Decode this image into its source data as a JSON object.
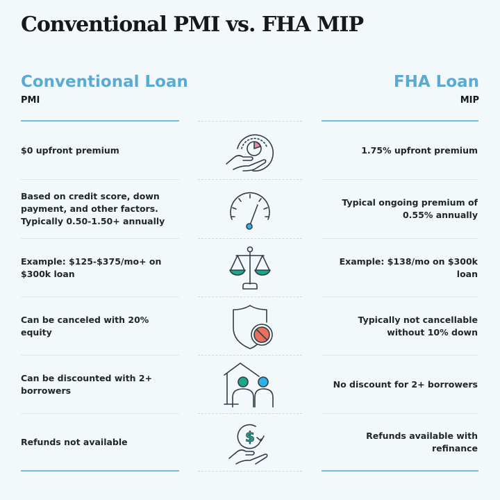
{
  "title": "Conventional PMI vs. FHA MIP",
  "columns": {
    "left": {
      "loan": "Conventional Loan",
      "insurance": "PMI"
    },
    "right": {
      "loan": "FHA Loan",
      "insurance": "MIP"
    }
  },
  "rows": [
    {
      "icon": "hand-holding-pie-chart-icon",
      "left": "$0 upfront premium",
      "right": "1.75% upfront premium"
    },
    {
      "icon": "speedometer-gauge-icon",
      "left": "Based on credit score, down payment, and other factors. Typically 0.50-1.50+ annually",
      "right": "Typical ongoing premium of 0.55% annually"
    },
    {
      "icon": "balance-scale-icon",
      "left": "Example: $125-$375/mo+ on $300k loan",
      "right": "Example: $138/mo on $300k loan"
    },
    {
      "icon": "shield-prohibited-icon",
      "left": "Can be canceled with 20% equity",
      "right": "Typically not cancellable without 10% down"
    },
    {
      "icon": "house-two-borrowers-icon",
      "left": "Can be discounted with 2+ borrowers",
      "right": "No discount for 2+ borrowers"
    },
    {
      "icon": "hand-dollar-refund-icon",
      "left": "Refunds not available",
      "right": "Refunds available with refinance"
    }
  ],
  "colors": {
    "background": "#f3f8fb",
    "accent_blue": "#5aaad6",
    "divider_accent": "#71bde0",
    "icon_stroke": "#2d3e45",
    "teal": "#1fa589",
    "sky": "#2fb0e6",
    "coral": "#e8705d",
    "pink": "#e98aa5"
  }
}
